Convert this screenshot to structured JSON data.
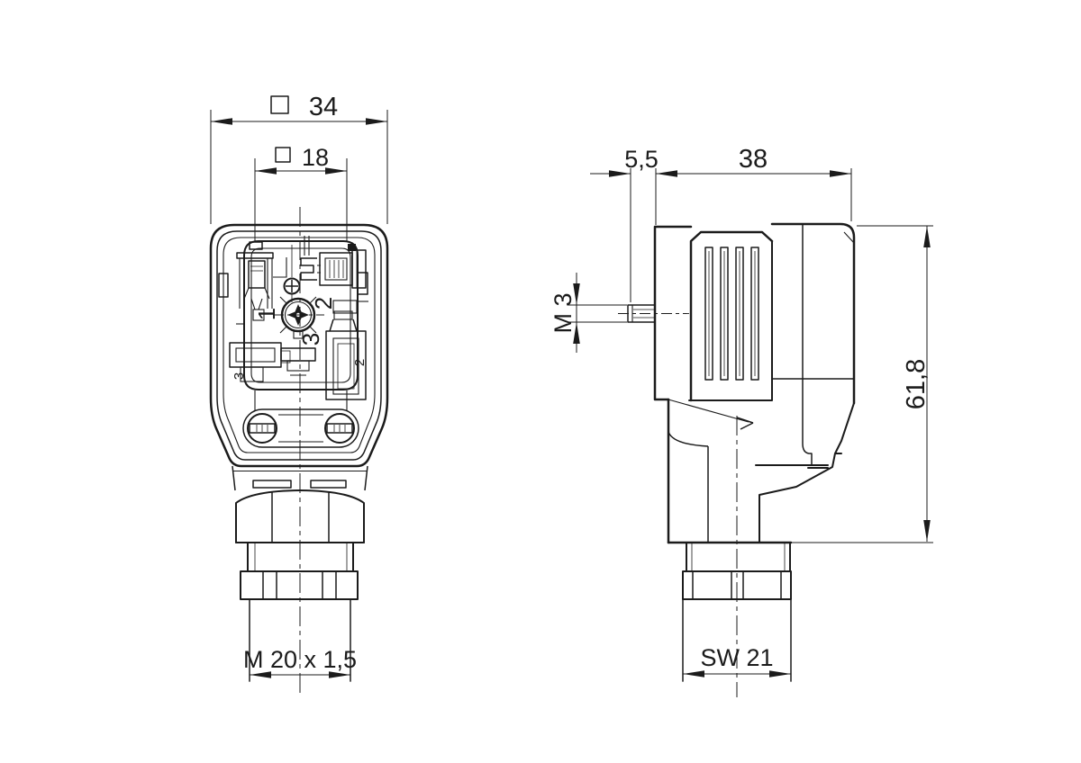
{
  "drawing": {
    "type": "engineering dimensional drawing",
    "subject": "rectangular valve connector plug, front view and side view",
    "colors": {
      "background": "#ffffff",
      "line": "#1b1b1b"
    }
  },
  "front_view": {
    "terminals": {
      "n1": "1",
      "n2": "2",
      "n3": "3",
      "n2_small": "2",
      "n3_small": "3"
    }
  },
  "side_view": {},
  "dimensions": {
    "front_outer": {
      "symbol": "□",
      "value": "34"
    },
    "front_inner": {
      "symbol": "□",
      "value": "18"
    },
    "gland_thread": "M 20 x 1,5",
    "pin_protrusion": "5,5",
    "depth": "38",
    "pin_thread": "M 3",
    "height": "61,8",
    "wrench_size": "SW 21"
  }
}
